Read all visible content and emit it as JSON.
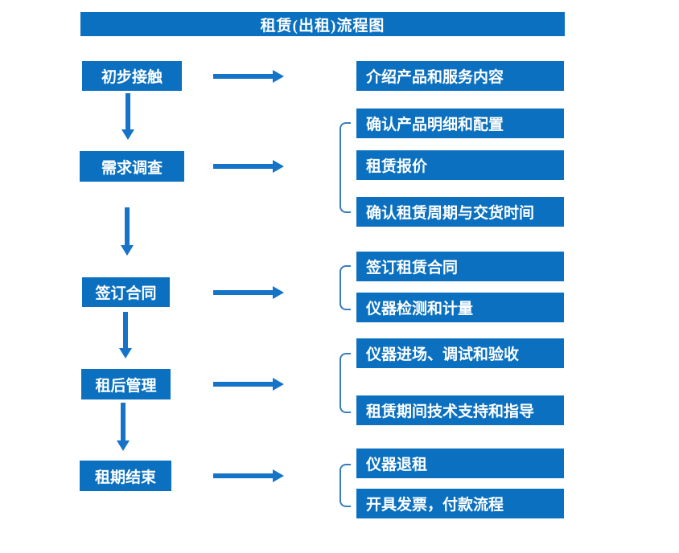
{
  "title": "租赁(出租)流程图",
  "colors": {
    "box_blue": "#0b70c0",
    "arrow_blue": "#1573c8",
    "bracket_blue": "#3a7dbd",
    "text_white": "#ffffff",
    "background": "#ffffff"
  },
  "steps": [
    {
      "label": "初步接触",
      "details": [
        "介绍产品和服务内容"
      ]
    },
    {
      "label": "需求调查",
      "details": [
        "确认产品明细和配置",
        "租赁报价",
        "确认租赁周期与交货时间"
      ]
    },
    {
      "label": "签订合同",
      "details": [
        "签订租赁合同",
        "仪器检测和计量"
      ]
    },
    {
      "label": "租后管理",
      "details": [
        "仪器进场、调试和验收",
        "租赁期间技术支持和指导"
      ]
    },
    {
      "label": "租期结束",
      "details": [
        "仪器退租",
        "开具发票，付款流程"
      ]
    }
  ]
}
